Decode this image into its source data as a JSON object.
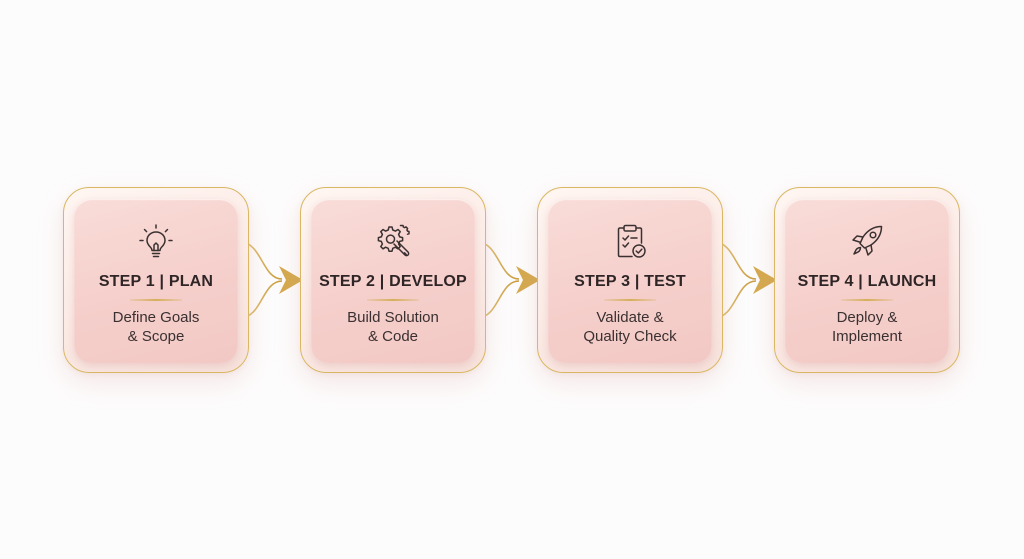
{
  "steps": [
    {
      "title": "STEP 1 | PLAN",
      "description_lines": [
        "Define Goals",
        "& Scope"
      ],
      "icon": "lightbulb-icon"
    },
    {
      "title": "STEP 2 | DEVELOP",
      "description_lines": [
        "Build Solution",
        "& Code"
      ],
      "icon": "gear-wrench-icon"
    },
    {
      "title": "STEP 3 | TEST",
      "description_lines": [
        "Validate &",
        "Quality Check"
      ],
      "icon": "clipboard-check-icon"
    },
    {
      "title": "STEP 4 | LAUNCH",
      "description_lines": [
        "Deploy &",
        "Implement"
      ],
      "icon": "rocket-icon"
    }
  ],
  "colors": {
    "gold_accent": "#d4af5a",
    "card_fill": "#f5cfcb",
    "text": "#2f2526"
  }
}
